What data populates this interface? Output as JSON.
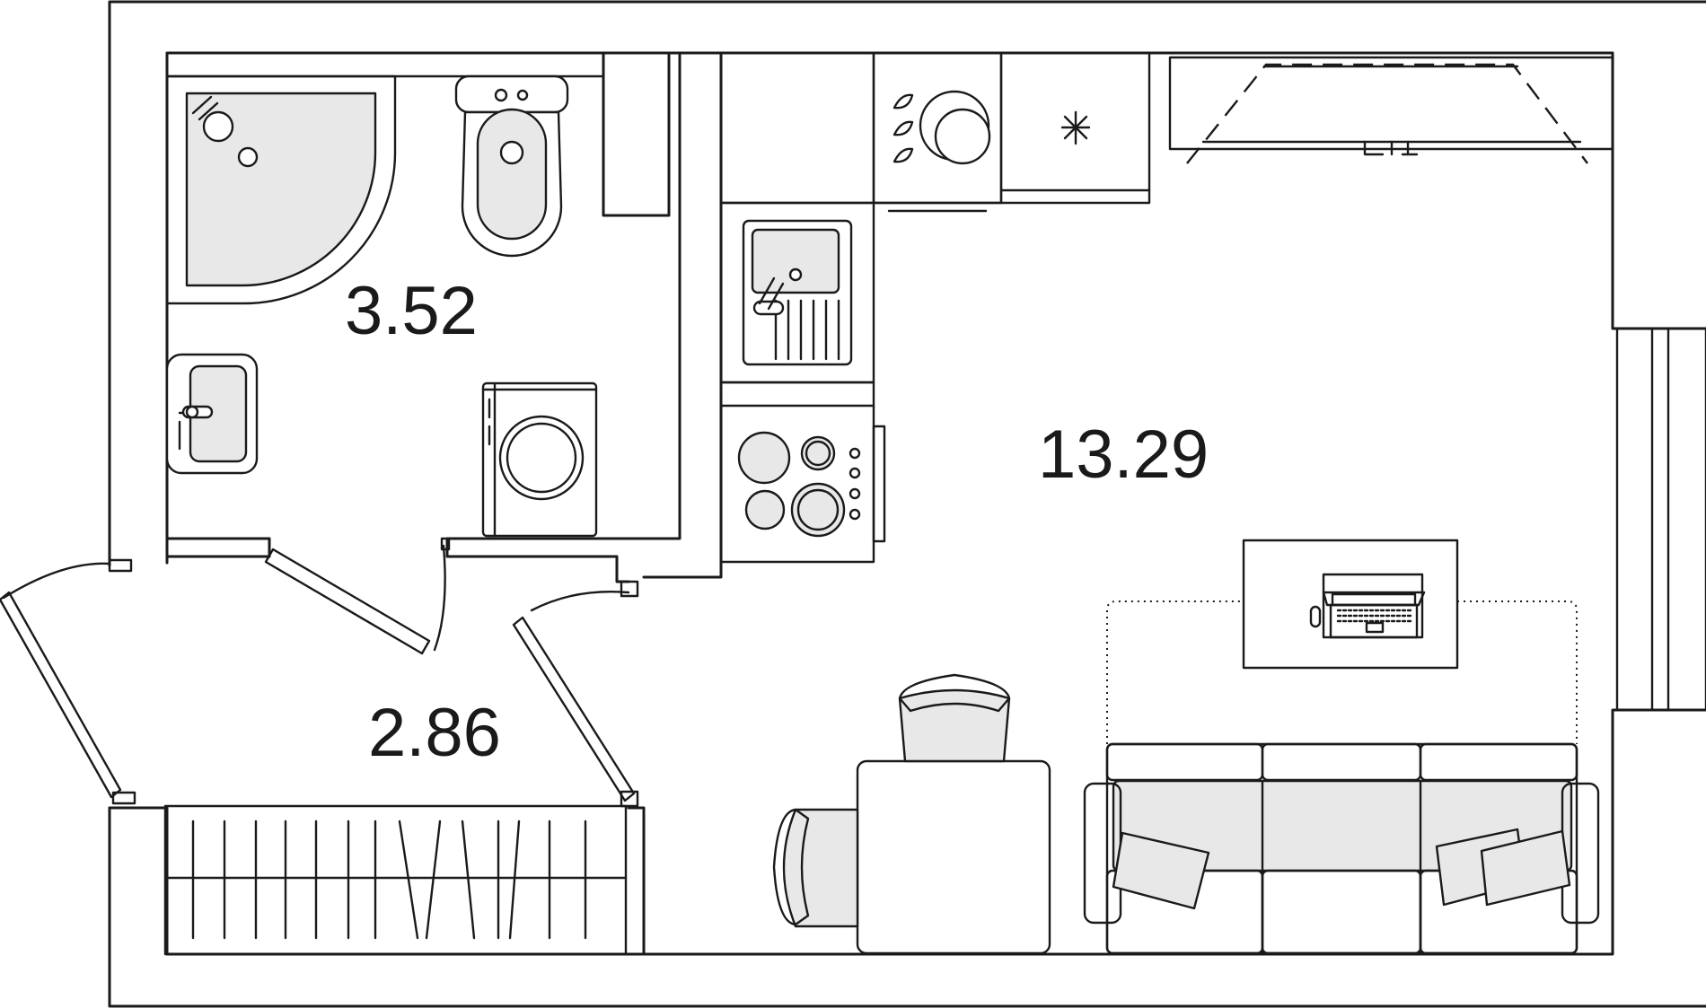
{
  "rooms": {
    "bathroom": {
      "area": "3.52"
    },
    "hallway": {
      "area": "2.86"
    },
    "living_room": {
      "area": "13.29"
    }
  },
  "colors": {
    "line": "#1a1a1a",
    "fixture_fill": "#e8e8e8",
    "background": "#ffffff"
  }
}
